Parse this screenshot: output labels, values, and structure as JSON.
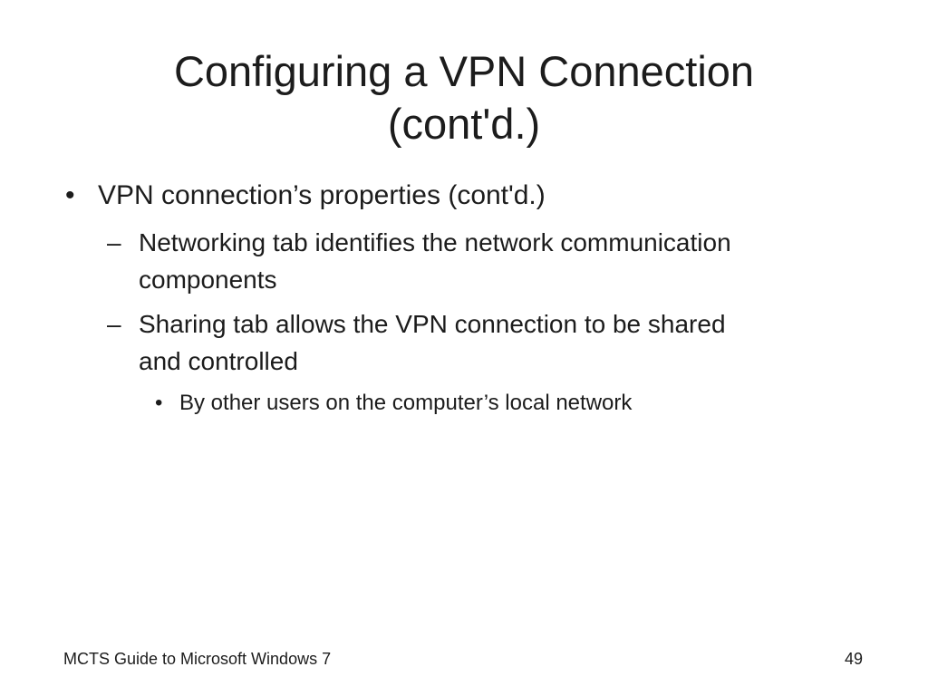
{
  "slide": {
    "title_line1": "Configuring a VPN Connection",
    "title_line2": "(cont'd.)",
    "bullets": [
      {
        "marker": "•",
        "text": "VPN connection’s properties (cont'd.)"
      },
      {
        "marker": "–",
        "line1": "Networking tab identifies the network communication",
        "line2": "components"
      },
      {
        "marker": "–",
        "line1": "Sharing tab allows the VPN connection to be shared",
        "line2": "and controlled"
      },
      {
        "marker": "•",
        "text": "By other users on the computer’s local network"
      }
    ],
    "footer_left": "MCTS Guide to Microsoft Windows 7",
    "page_number": "49"
  }
}
